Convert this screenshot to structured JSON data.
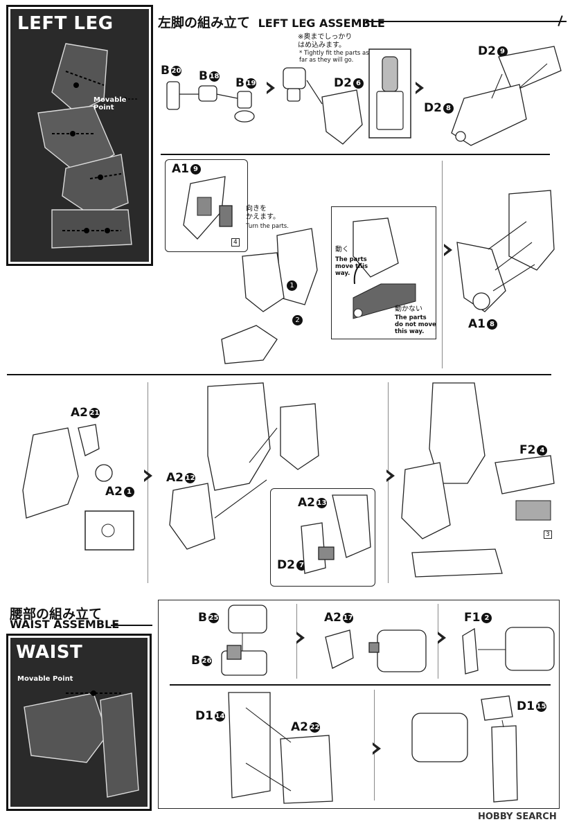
{
  "left_leg": {
    "panel_title": "LEFT LEG",
    "movable_point": "Movable Point",
    "section_title_jp": "左脚の組み立て",
    "section_title_en": "LEFT LEG ASSEMBLE",
    "step1": {
      "labels": [
        {
          "letter": "B",
          "num": "20"
        },
        {
          "letter": "B",
          "num": "18"
        },
        {
          "letter": "B",
          "num": "19"
        }
      ]
    },
    "step2": {
      "note_jp": "※奥までしっかり\nはめ込みます。",
      "note_en": "* Tightly fit the parts as\nfar as they will go.",
      "label": {
        "letter": "D2",
        "num": "6"
      }
    },
    "step3": {
      "labels": [
        {
          "letter": "D2",
          "num": "9"
        },
        {
          "letter": "D2",
          "num": "8"
        }
      ]
    },
    "step4": {
      "label_a19": {
        "letter": "A1",
        "num": "9"
      },
      "turn_note_jp": "向きを\nかえます。",
      "turn_note_en": "Turn the parts.",
      "ref_num": "4",
      "order": [
        "1",
        "2"
      ],
      "moves_jp": "動く",
      "moves_en": "The parts\nmove this\nway.",
      "not_moves_jp": "動かない",
      "not_moves_en": "The parts\ndo not move\nthis way."
    },
    "step5": {
      "label": {
        "letter": "A1",
        "num": "8"
      }
    },
    "step6": {
      "labels": [
        {
          "letter": "A2",
          "num": "21"
        },
        {
          "letter": "A2",
          "num": "1"
        }
      ]
    },
    "step7": {
      "labels": [
        {
          "letter": "A2",
          "num": "12"
        },
        {
          "letter": "A2",
          "num": "13"
        },
        {
          "letter": "D2",
          "num": "7"
        }
      ]
    },
    "step8": {
      "label": {
        "letter": "F2",
        "num": "4"
      },
      "ref_num": "3"
    }
  },
  "waist": {
    "section_title_jp": "腰部の組み立て",
    "section_title_en": "WAIST ASSEMBLE",
    "panel_title": "WAIST",
    "movable_point": "Movable Point",
    "step1": {
      "labels": [
        {
          "letter": "B",
          "num": "25"
        },
        {
          "letter": "B",
          "num": "26"
        }
      ]
    },
    "step2": {
      "label": {
        "letter": "A2",
        "num": "17"
      }
    },
    "step3": {
      "label": {
        "letter": "F1",
        "num": "2"
      }
    },
    "step4": {
      "labels": [
        {
          "letter": "D1",
          "num": "14"
        },
        {
          "letter": "A2",
          "num": "22"
        }
      ]
    },
    "step5": {
      "label": {
        "letter": "D1",
        "num": "15"
      }
    }
  },
  "watermark": "HOBBY SEARCH"
}
